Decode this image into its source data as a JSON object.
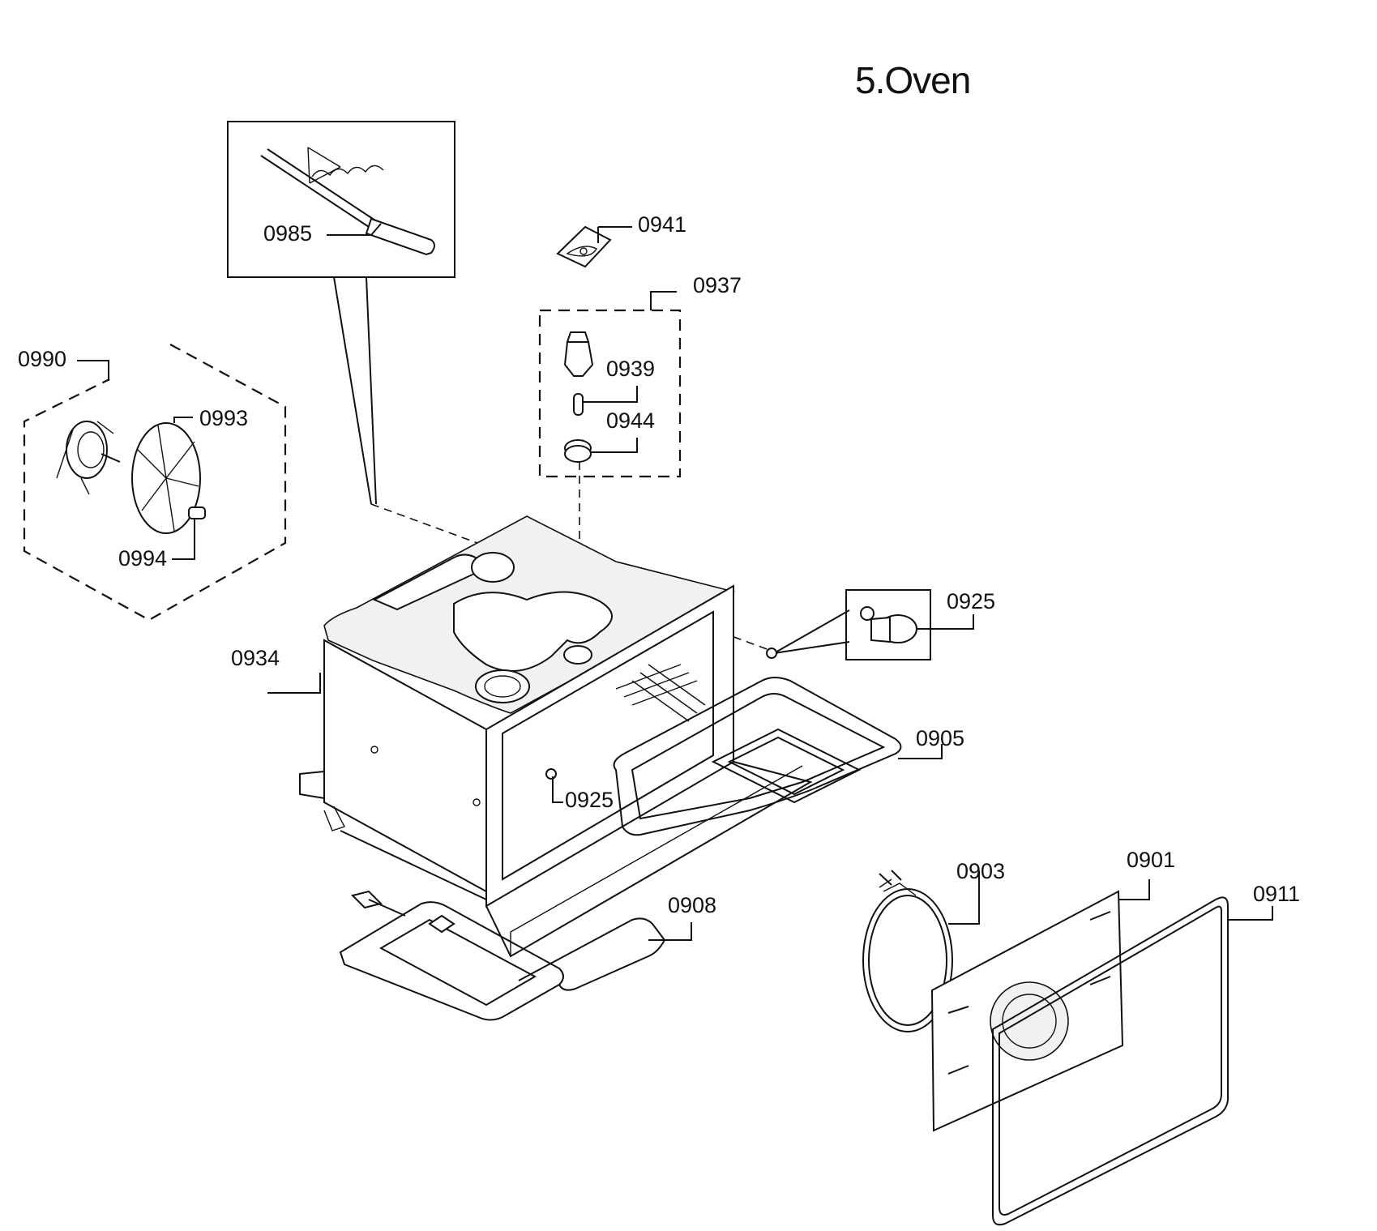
{
  "title": "5.Oven",
  "labels": {
    "p0901": "0901",
    "p0903": "0903",
    "p0905": "0905",
    "p0908": "0908",
    "p0911": "0911",
    "p0925_top": "0925",
    "p0925_mid": "0925",
    "p0934": "0934",
    "p0937": "0937",
    "p0939": "0939",
    "p0941": "0941",
    "p0944": "0944",
    "p0985": "0985",
    "p0990": "0990",
    "p0993": "0993",
    "p0994": "0994"
  }
}
